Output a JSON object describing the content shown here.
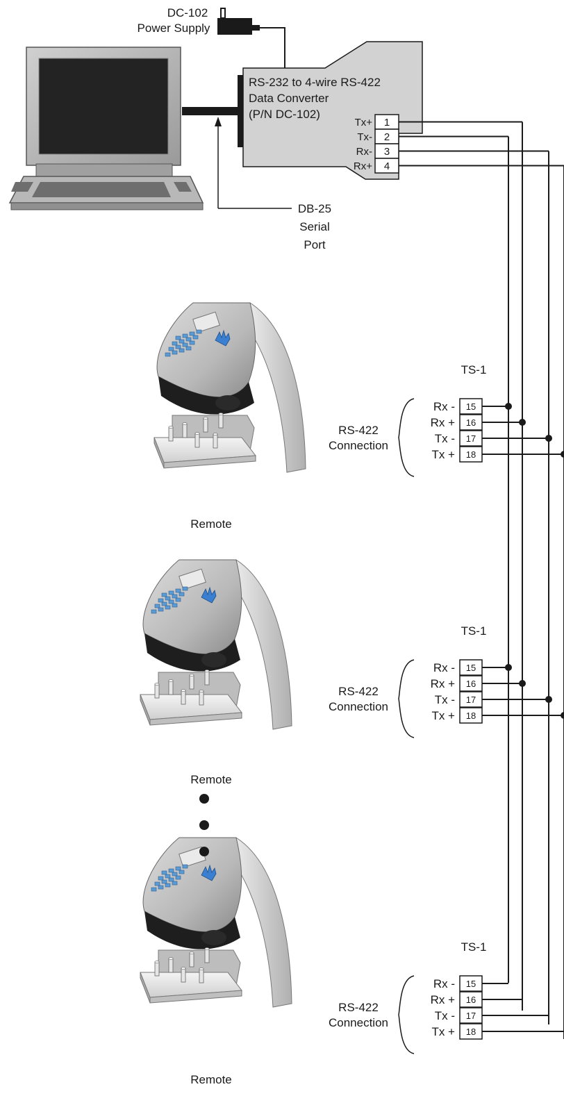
{
  "power_supply": {
    "line1": "DC-102",
    "line2": "Power Supply"
  },
  "converter": {
    "line1": "RS-232 to 4-wire RS-422",
    "line2": "Data Converter",
    "line3": "(P/N DC-102)",
    "pins": [
      {
        "label": "Tx+",
        "num": "1"
      },
      {
        "label": "Tx-",
        "num": "2"
      },
      {
        "label": "Rx-",
        "num": "3"
      },
      {
        "label": "Rx+",
        "num": "4"
      }
    ]
  },
  "serial_port": {
    "line1": "DB-25",
    "line2": "Serial",
    "line3": "Port"
  },
  "remotes": [
    {
      "ts_label": "TS-1",
      "conn_line1": "RS-422",
      "conn_line2": "Connection",
      "caption": "Remote",
      "terminals": [
        {
          "label": "Rx -",
          "num": "15"
        },
        {
          "label": "Rx +",
          "num": "16"
        },
        {
          "label": "Tx -",
          "num": "17"
        },
        {
          "label": "Tx +",
          "num": "18"
        }
      ]
    },
    {
      "ts_label": "TS-1",
      "conn_line1": "RS-422",
      "conn_line2": "Connection",
      "caption": "Remote",
      "terminals": [
        {
          "label": "Rx -",
          "num": "15"
        },
        {
          "label": "Rx +",
          "num": "16"
        },
        {
          "label": "Tx -",
          "num": "17"
        },
        {
          "label": "Tx +",
          "num": "18"
        }
      ]
    },
    {
      "ts_label": "TS-1",
      "conn_line1": "RS-422",
      "conn_line2": "Connection",
      "caption": "Remote",
      "terminals": [
        {
          "label": "Rx -",
          "num": "15"
        },
        {
          "label": "Rx +",
          "num": "16"
        },
        {
          "label": "Tx -",
          "num": "17"
        },
        {
          "label": "Tx +",
          "num": "18"
        }
      ]
    }
  ],
  "colors": {
    "ink": "#1a1a1a",
    "device_grey": "#c8c8c8",
    "keypad_blue": "#5b9bd5"
  }
}
